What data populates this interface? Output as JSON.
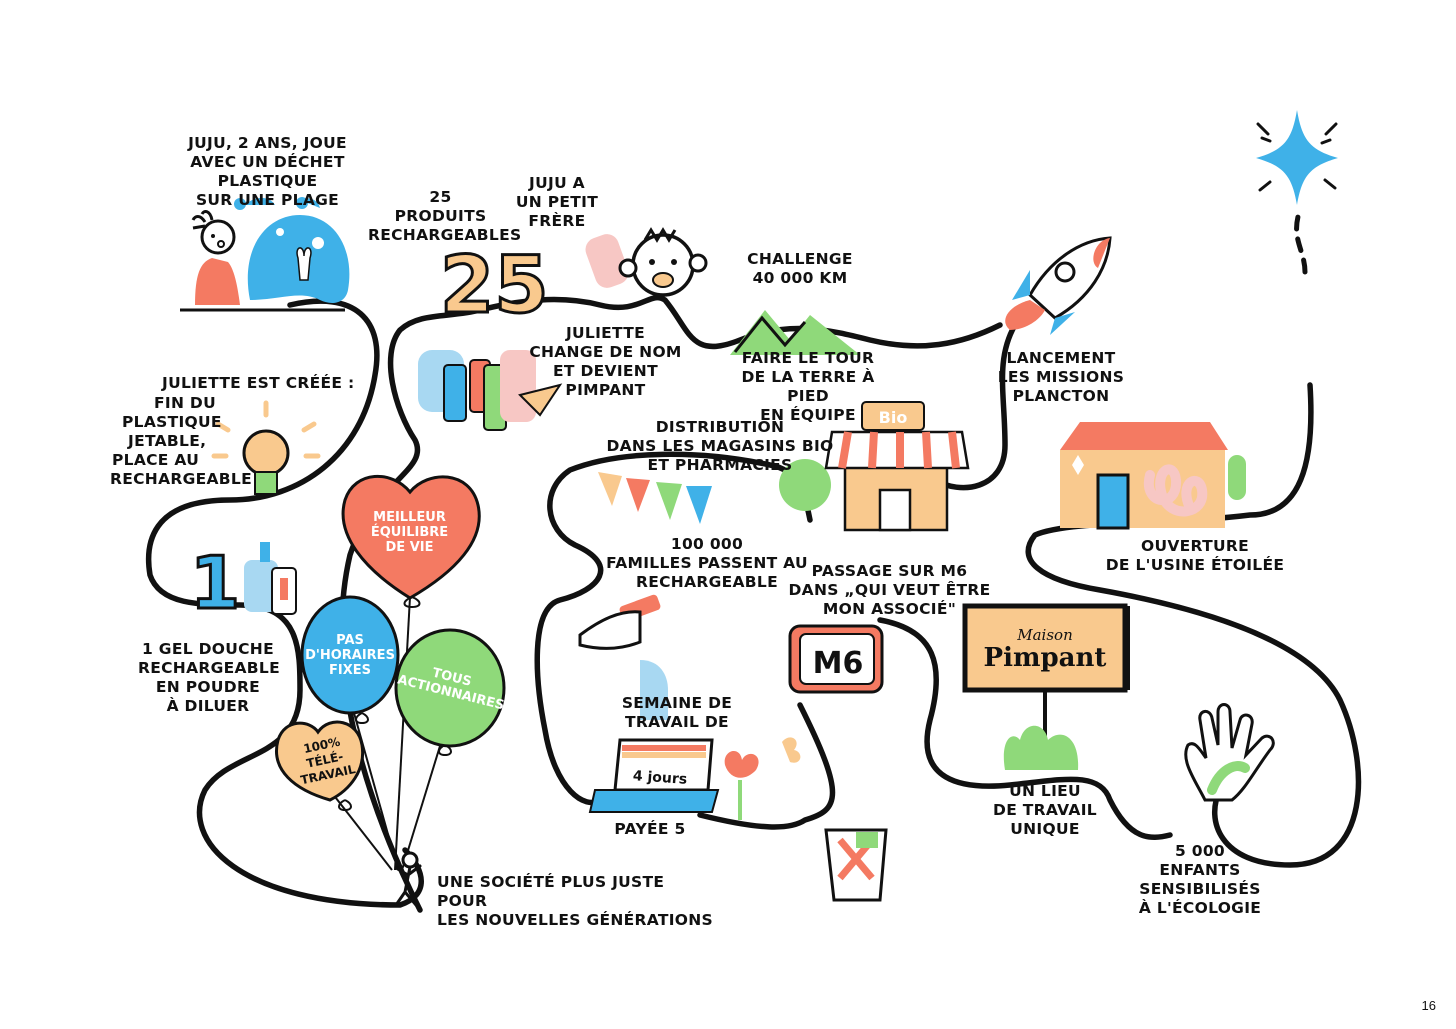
{
  "labels": {
    "juju_plage": [
      "Juju, 2 ans, joue",
      "avec un déchet plastique",
      "sur une plage"
    ],
    "produits": [
      "25",
      "produits",
      "rechargeables"
    ],
    "petit_frere": [
      "Juju a",
      "un petit",
      "frère"
    ],
    "challenge": [
      "Challenge",
      "40 000 km"
    ],
    "juliette_nom": [
      "Juliette",
      "change de nom",
      "et devient",
      "Pimpant"
    ],
    "tour_terre": [
      "Faire le tour",
      "de la Terre à pied",
      "en équipe"
    ],
    "lancement": [
      "Lancement",
      "les missions",
      "Plancton"
    ],
    "juliette_creee_title": "Juliette est créée :",
    "juliette_creee_body": [
      "Fin du",
      "plastique",
      "jetable,",
      "place au",
      "rechargeable"
    ],
    "distribution": [
      "Distribution",
      "dans les magasins Bio",
      "et pharmacies"
    ],
    "usine": [
      "Ouverture",
      "de l'usine étoilée"
    ],
    "familles": [
      "100 000",
      "familles passent au",
      "rechargeable"
    ],
    "m6": [
      "Passage sur M6",
      "dans „Qui veut être",
      "mon associé\""
    ],
    "gel_douche": [
      "1 gel douche",
      "rechargeable",
      "en poudre",
      "à diluer"
    ],
    "semaine": [
      "Semaine de",
      "travail de"
    ],
    "payee": "Payée 5",
    "lieu": [
      "Un lieu",
      "de travail",
      "unique"
    ],
    "societe": [
      "Une société plus juste pour",
      "les nouvelles générations"
    ],
    "enfants": [
      "5 000",
      "enfants",
      "sensibilisés",
      "à l'écologie"
    ]
  },
  "illustrations": {
    "number_25": "25",
    "number_1": "1",
    "bio_sign": "Bio",
    "m6_logo": "M6",
    "laptop_text": "4 jours",
    "sign_small": "Maison",
    "sign_big": "Pimpant"
  },
  "balloons": {
    "heart": [
      "Meilleur",
      "équilibre",
      "de vie"
    ],
    "blue": [
      "Pas",
      "d'horaires",
      "fixes"
    ],
    "green": [
      "Tous",
      "actionnaires"
    ],
    "orange": [
      "100%",
      "télé-",
      "travail"
    ]
  },
  "page_number": "16",
  "colors": {
    "blue": "#3fb1e8",
    "coral": "#f47a62",
    "green": "#8fd97a",
    "peach": "#f9c98e",
    "pink": "#f7c7c4",
    "ink": "#111111"
  }
}
